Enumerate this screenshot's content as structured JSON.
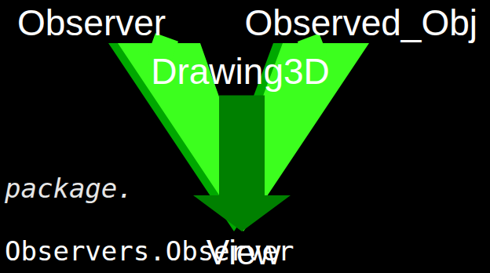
{
  "diagram": {
    "nodes": [
      {
        "text": [
          "Observer"
        ]
      },
      {
        "text": [
          "Observed_Obj"
        ]
      },
      {
        "text": [
          "Drawing3D"
        ]
      },
      {
        "text": [
          "View"
        ]
      }
    ],
    "edges": [
      {
        "from": 0,
        "to": 2,
        "arrow": "none"
      },
      {
        "from": 1,
        "to": 2,
        "arrow": "none"
      },
      {
        "from": 2,
        "to": 3,
        "arrow": "to"
      }
    ],
    "labels": [
      "package.",
      "Observers.Observer"
    ]
  }
}
